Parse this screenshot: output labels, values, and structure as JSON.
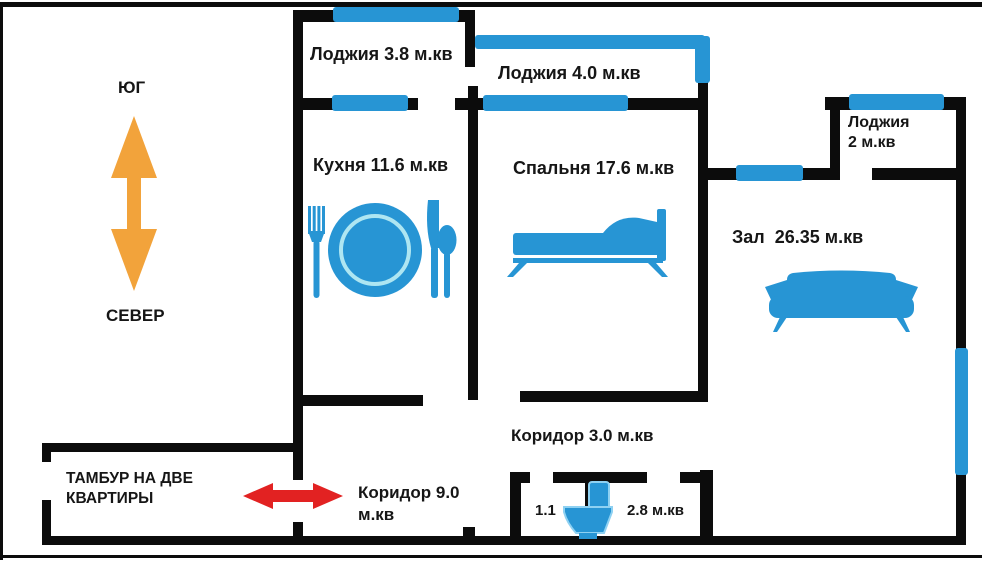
{
  "compass": {
    "south_label": "ЮГ",
    "north_label": "СЕВЕР"
  },
  "rooms": {
    "loggia38": {
      "label": "Лоджия 3.8 м.кв"
    },
    "loggia40": {
      "label": "Лоджия 4.0 м.кв"
    },
    "loggia2": {
      "line1": "Лоджия",
      "line2": "2 м.кв"
    },
    "kitchen": {
      "label": "Кухня 11.6 м.кв"
    },
    "bedroom": {
      "label": "Спальня 17.6 м.кв"
    },
    "hall": {
      "label": "Зал  26.35 м.кв"
    },
    "corridor3": {
      "label": "Коридор 3.0 м.кв"
    },
    "corridor9": {
      "line1": "Коридор 9.0",
      "line2": "м.кв"
    },
    "tambour": {
      "line1": "ТАМБУР НА ДВЕ",
      "line2": "КВАРТИРЫ"
    },
    "wc": {
      "label": "1.1"
    },
    "bathroom": {
      "label": "2.8 м.кв"
    }
  },
  "colors": {
    "accent_blue": "#2795d4",
    "plate_ring": "#aee6f2",
    "toilet_outline": "#8ed1f2",
    "wall_black": "#0c0c0c",
    "compass_orange": "#f2a33b",
    "arrow_red": "#e22222"
  }
}
